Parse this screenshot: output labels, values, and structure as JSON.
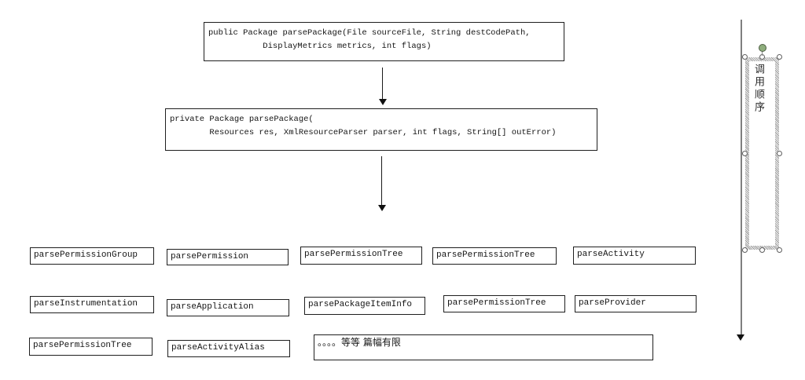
{
  "flow": {
    "public_signature": "public Package parsePackage(File sourceFile, String destCodePath,\n           DisplayMetrics metrics, int flags)",
    "private_signature": "private Package parsePackage(\n        Resources res, XmlResourceParser parser, int flags, String[] outError)"
  },
  "method_grid": {
    "boxes": [
      {
        "label": "parsePermissionGroup"
      },
      {
        "label": "parsePermission"
      },
      {
        "label": "parsePermissionTree"
      },
      {
        "label": "parsePermissionTree"
      },
      {
        "label": "parseActivity"
      },
      {
        "label": "parseInstrumentation"
      },
      {
        "label": "parseApplication"
      },
      {
        "label": "parsePackageItemInfo"
      },
      {
        "label": "parsePermissionTree"
      },
      {
        "label": "parseProvider"
      },
      {
        "label": "parsePermissionTree"
      },
      {
        "label": "parseActivityAlias"
      },
      {
        "label": "。。。。等等 篇幅有限"
      }
    ]
  },
  "call_order": {
    "label": "调用顺序"
  },
  "colors": {
    "box_border": "#1f1f1f",
    "text": "#141414",
    "order_line": "#7f7f7f",
    "selection_hatch": "#a8a8a8",
    "rotate_handle_green": "#8fae7d",
    "background": "#ffffff"
  }
}
